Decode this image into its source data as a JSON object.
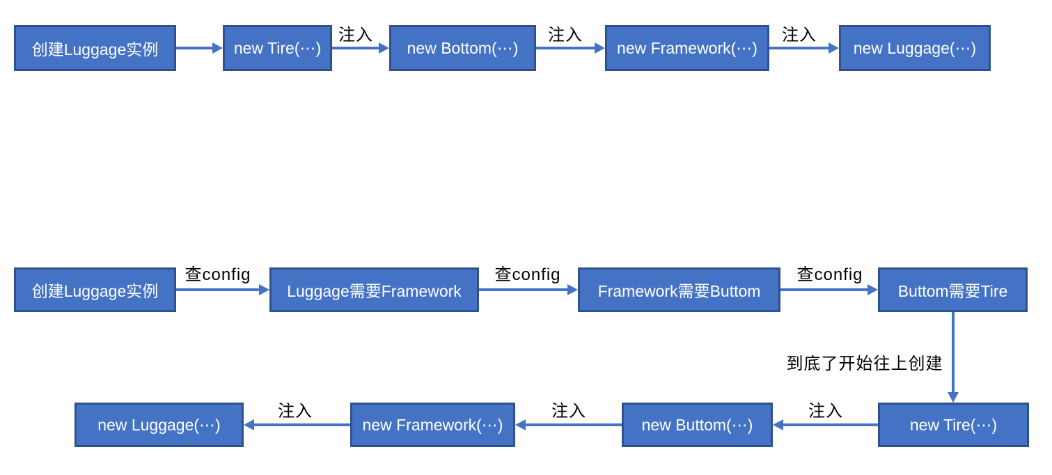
{
  "colors": {
    "background": "#ffffff",
    "node_fill": "#4472C4",
    "node_border": "#2F528F",
    "node_text": "#ffffff",
    "arrow": "#4472C4",
    "edge_text": "#000000"
  },
  "top_flow": {
    "nodes": [
      {
        "label": "创建Luggage实例"
      },
      {
        "label": "new Tire(⋯)"
      },
      {
        "label": "new Bottom(⋯)"
      },
      {
        "label": "new Framework(⋯)"
      },
      {
        "label": "new Luggage(⋯)"
      }
    ],
    "edges": [
      {
        "label": ""
      },
      {
        "label": "注入"
      },
      {
        "label": "注入"
      },
      {
        "label": "注入"
      }
    ]
  },
  "middle_flow": {
    "nodes": [
      {
        "label": "创建Luggage实例"
      },
      {
        "label": "Luggage需要Framework"
      },
      {
        "label": "Framework需要Buttom"
      },
      {
        "label": "Buttom需要Tire"
      }
    ],
    "edges": [
      {
        "label": "查config"
      },
      {
        "label": "查config"
      },
      {
        "label": "查config"
      }
    ]
  },
  "down_edge": {
    "label": "到底了开始往上创建"
  },
  "bottom_flow": {
    "nodes": [
      {
        "label": "new Luggage(⋯)"
      },
      {
        "label": "new Framework(⋯)"
      },
      {
        "label": "new Buttom(⋯)"
      },
      {
        "label": "new Tire(⋯)"
      }
    ],
    "edges": [
      {
        "label": "注入"
      },
      {
        "label": "注入"
      },
      {
        "label": "注入"
      }
    ]
  }
}
